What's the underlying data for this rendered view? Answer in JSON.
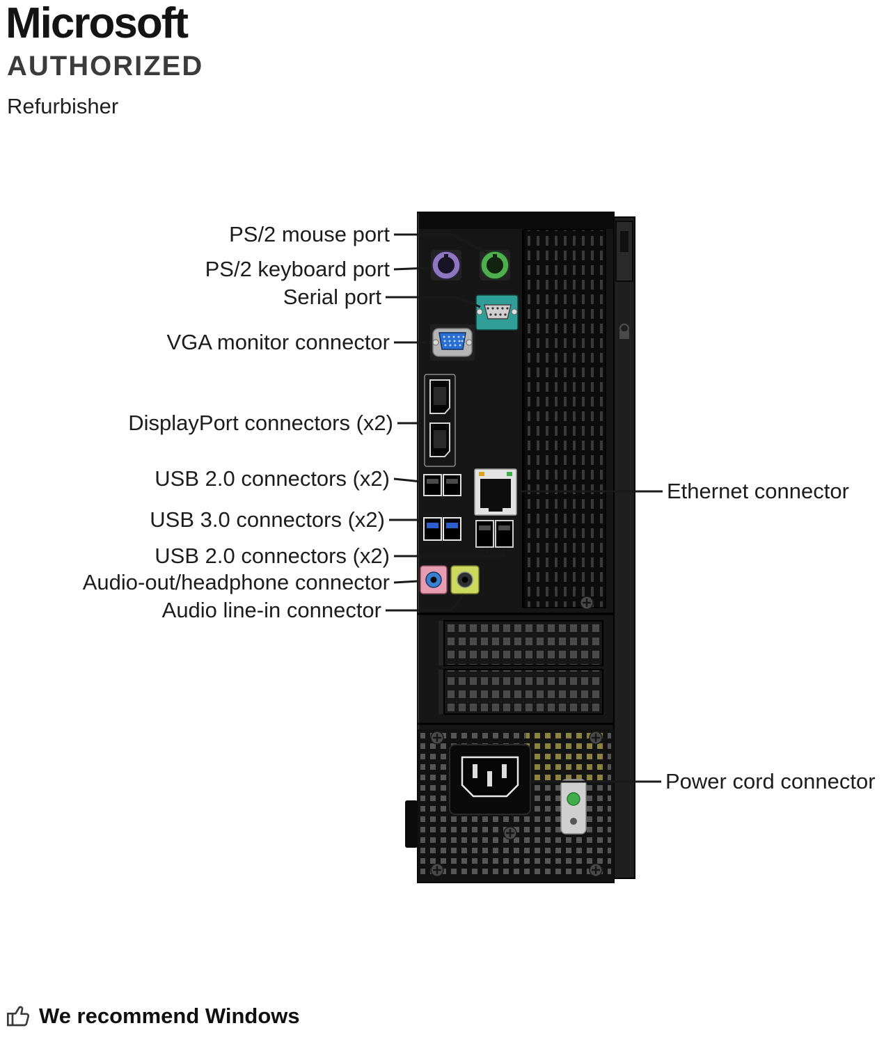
{
  "header": {
    "brand": "Microsoft",
    "program": "AUTHORIZED",
    "subtitle": "Refurbisher"
  },
  "callouts": {
    "ps2_mouse": "PS/2 mouse port",
    "ps2_keyboard": "PS/2 keyboard port",
    "serial": "Serial port",
    "vga": "VGA monitor connector",
    "displayport": "DisplayPort connectors (x2)",
    "usb2_top": "USB 2.0 connectors (x2)",
    "usb3": "USB 3.0 connectors (x2)",
    "usb2_bottom": "USB 2.0 connectors (x2)",
    "audio_out": "Audio-out/headphone connector",
    "audio_in": "Audio line-in connector",
    "ethernet": "Ethernet connector",
    "power": "Power cord connector"
  },
  "footer": {
    "recommendation": "We recommend Windows"
  },
  "colors": {
    "chassis": "#161616",
    "ps2_keyboard": "#8f76c0",
    "ps2_mouse": "#4fae4e",
    "serial_plate": "#2f9e96",
    "vga": "#2a6fd4",
    "usb3_tongue": "#2b5fd0",
    "audio_out_plate": "#e79cb1",
    "audio_out_ring": "#3b7fd4",
    "audio_in_plate": "#ccd95e",
    "ethernet_bezel": "#e3e3e3",
    "power_led": "#3fae49"
  }
}
